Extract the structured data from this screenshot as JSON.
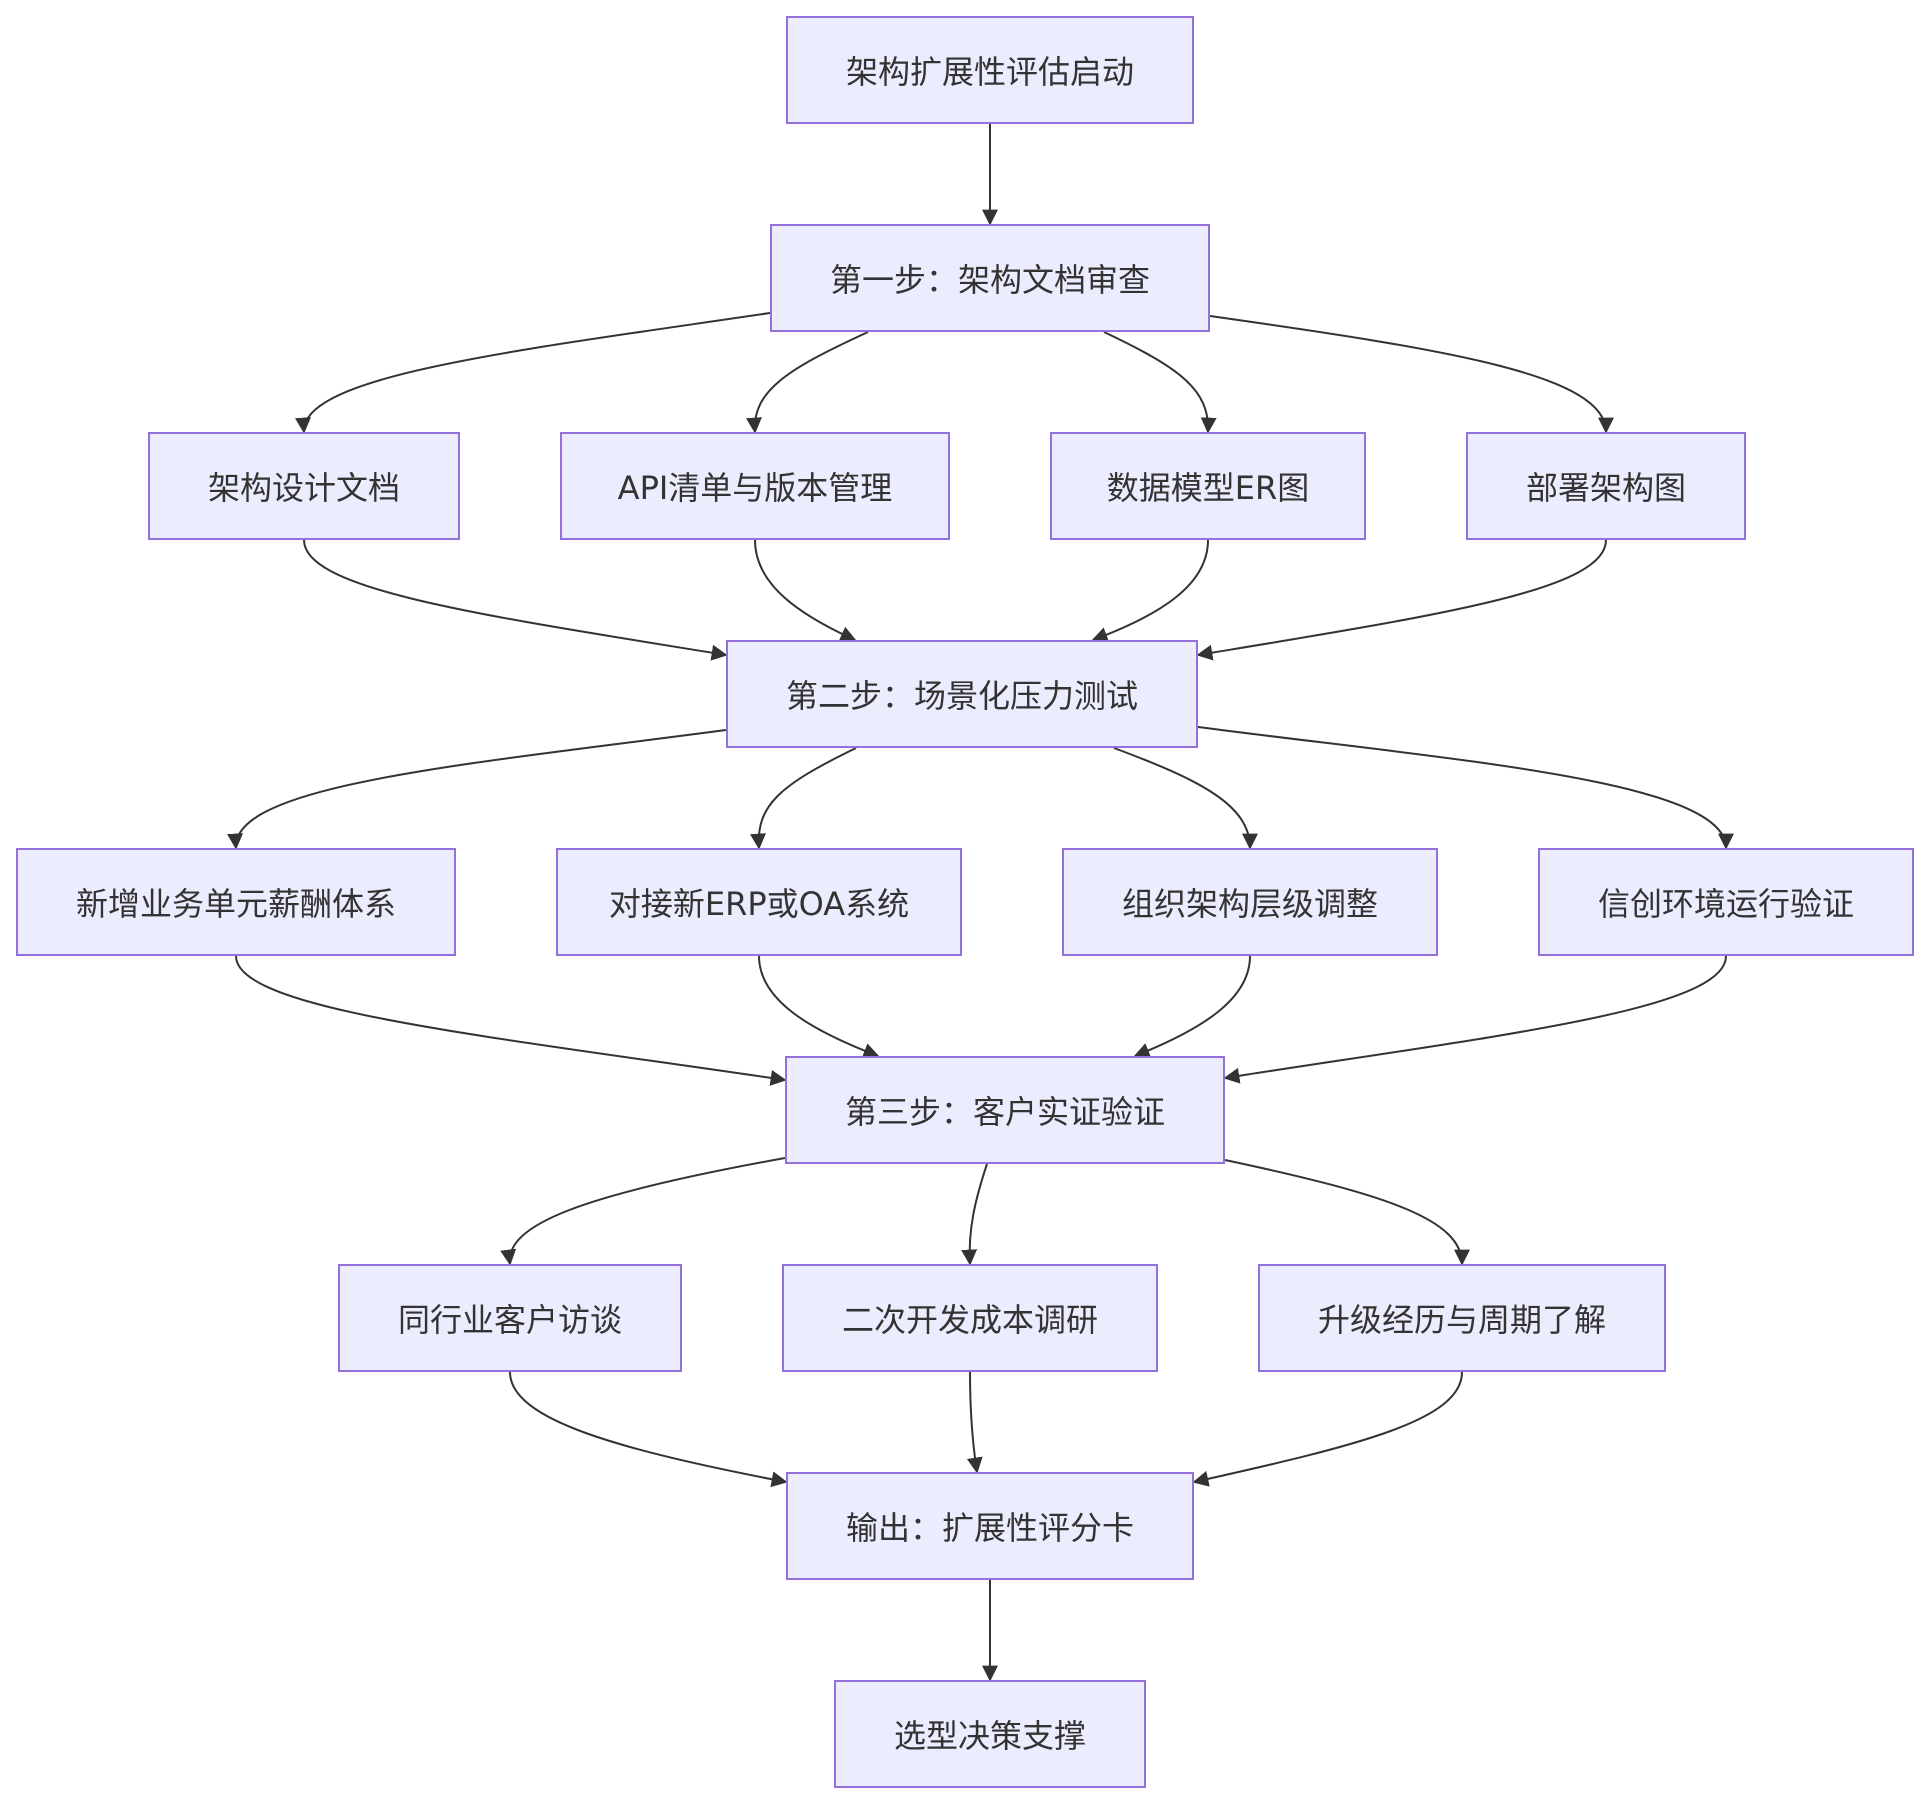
{
  "diagram": {
    "nodes": [
      {
        "id": "n0",
        "label": "架构扩展性评估启动"
      },
      {
        "id": "n1",
        "label": "第一步：架构文档审查"
      },
      {
        "id": "n2",
        "label": "架构设计文档"
      },
      {
        "id": "n3",
        "label": "API清单与版本管理"
      },
      {
        "id": "n4",
        "label": "数据模型ER图"
      },
      {
        "id": "n5",
        "label": "部署架构图"
      },
      {
        "id": "n6",
        "label": "第二步：场景化压力测试"
      },
      {
        "id": "n7",
        "label": "新增业务单元薪酬体系"
      },
      {
        "id": "n8",
        "label": "对接新ERP或OA系统"
      },
      {
        "id": "n9",
        "label": "组织架构层级调整"
      },
      {
        "id": "n10",
        "label": "信创环境运行验证"
      },
      {
        "id": "n11",
        "label": "第三步：客户实证验证"
      },
      {
        "id": "n12",
        "label": "同行业客户访谈"
      },
      {
        "id": "n13",
        "label": "二次开发成本调研"
      },
      {
        "id": "n14",
        "label": "升级经历与周期了解"
      },
      {
        "id": "n15",
        "label": "输出：扩展性评分卡"
      },
      {
        "id": "n16",
        "label": "选型决策支撑"
      }
    ],
    "edges": [
      {
        "from": "n0",
        "to": "n1"
      },
      {
        "from": "n1",
        "to": "n2"
      },
      {
        "from": "n1",
        "to": "n3"
      },
      {
        "from": "n1",
        "to": "n4"
      },
      {
        "from": "n1",
        "to": "n5"
      },
      {
        "from": "n2",
        "to": "n6"
      },
      {
        "from": "n3",
        "to": "n6"
      },
      {
        "from": "n4",
        "to": "n6"
      },
      {
        "from": "n5",
        "to": "n6"
      },
      {
        "from": "n6",
        "to": "n7"
      },
      {
        "from": "n6",
        "to": "n8"
      },
      {
        "from": "n6",
        "to": "n9"
      },
      {
        "from": "n6",
        "to": "n10"
      },
      {
        "from": "n7",
        "to": "n11"
      },
      {
        "from": "n8",
        "to": "n11"
      },
      {
        "from": "n9",
        "to": "n11"
      },
      {
        "from": "n10",
        "to": "n11"
      },
      {
        "from": "n11",
        "to": "n12"
      },
      {
        "from": "n11",
        "to": "n13"
      },
      {
        "from": "n11",
        "to": "n14"
      },
      {
        "from": "n12",
        "to": "n15"
      },
      {
        "from": "n13",
        "to": "n15"
      },
      {
        "from": "n14",
        "to": "n15"
      },
      {
        "from": "n15",
        "to": "n16"
      }
    ]
  },
  "colors": {
    "node_fill": "#ECECFF",
    "node_border": "#9370DB",
    "edge": "#333333",
    "text": "#333333"
  }
}
